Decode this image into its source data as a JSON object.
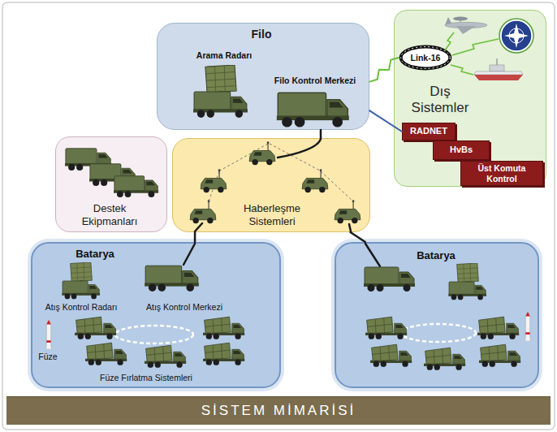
{
  "diagram": {
    "caption": "SİSTEM MİMARİSİ",
    "nodes": [
      {
        "text": [
          "Filo"
        ]
      },
      {
        "text": [
          "Dış Sistemler"
        ]
      },
      {
        "text": [
          "Link-16"
        ],
        "in": 1
      },
      {
        "text": [
          "RADNET"
        ],
        "in": 1
      },
      {
        "text": [
          "HvBs"
        ],
        "in": 1
      },
      {
        "text": [
          "Üst Komuta Kontrol"
        ],
        "in": 1
      },
      {
        "text": [
          "Destek Ekipmanları"
        ]
      },
      {
        "text": [
          "Haberleşme Sistemleri"
        ]
      },
      {
        "text": [
          "Batarya"
        ]
      },
      {
        "text": [
          "Batarya"
        ]
      }
    ],
    "edges": [
      {
        "from": 0,
        "to": 2,
        "arrow": "none"
      },
      {
        "from": 0,
        "to": 3,
        "arrow": "none"
      },
      {
        "from": 0,
        "to": 7,
        "arrow": "none"
      },
      {
        "from": 7,
        "to": 8,
        "arrow": "none"
      },
      {
        "from": 7,
        "to": 9,
        "arrow": "none"
      }
    ],
    "labels": [
      "Arama Radarı",
      "Filo Kontrol Merkezi",
      "Atış Kontrol Radarı",
      "Atış Kontrol Merkezi",
      "Füze",
      "Füze Fırlatma Sistemleri"
    ]
  }
}
